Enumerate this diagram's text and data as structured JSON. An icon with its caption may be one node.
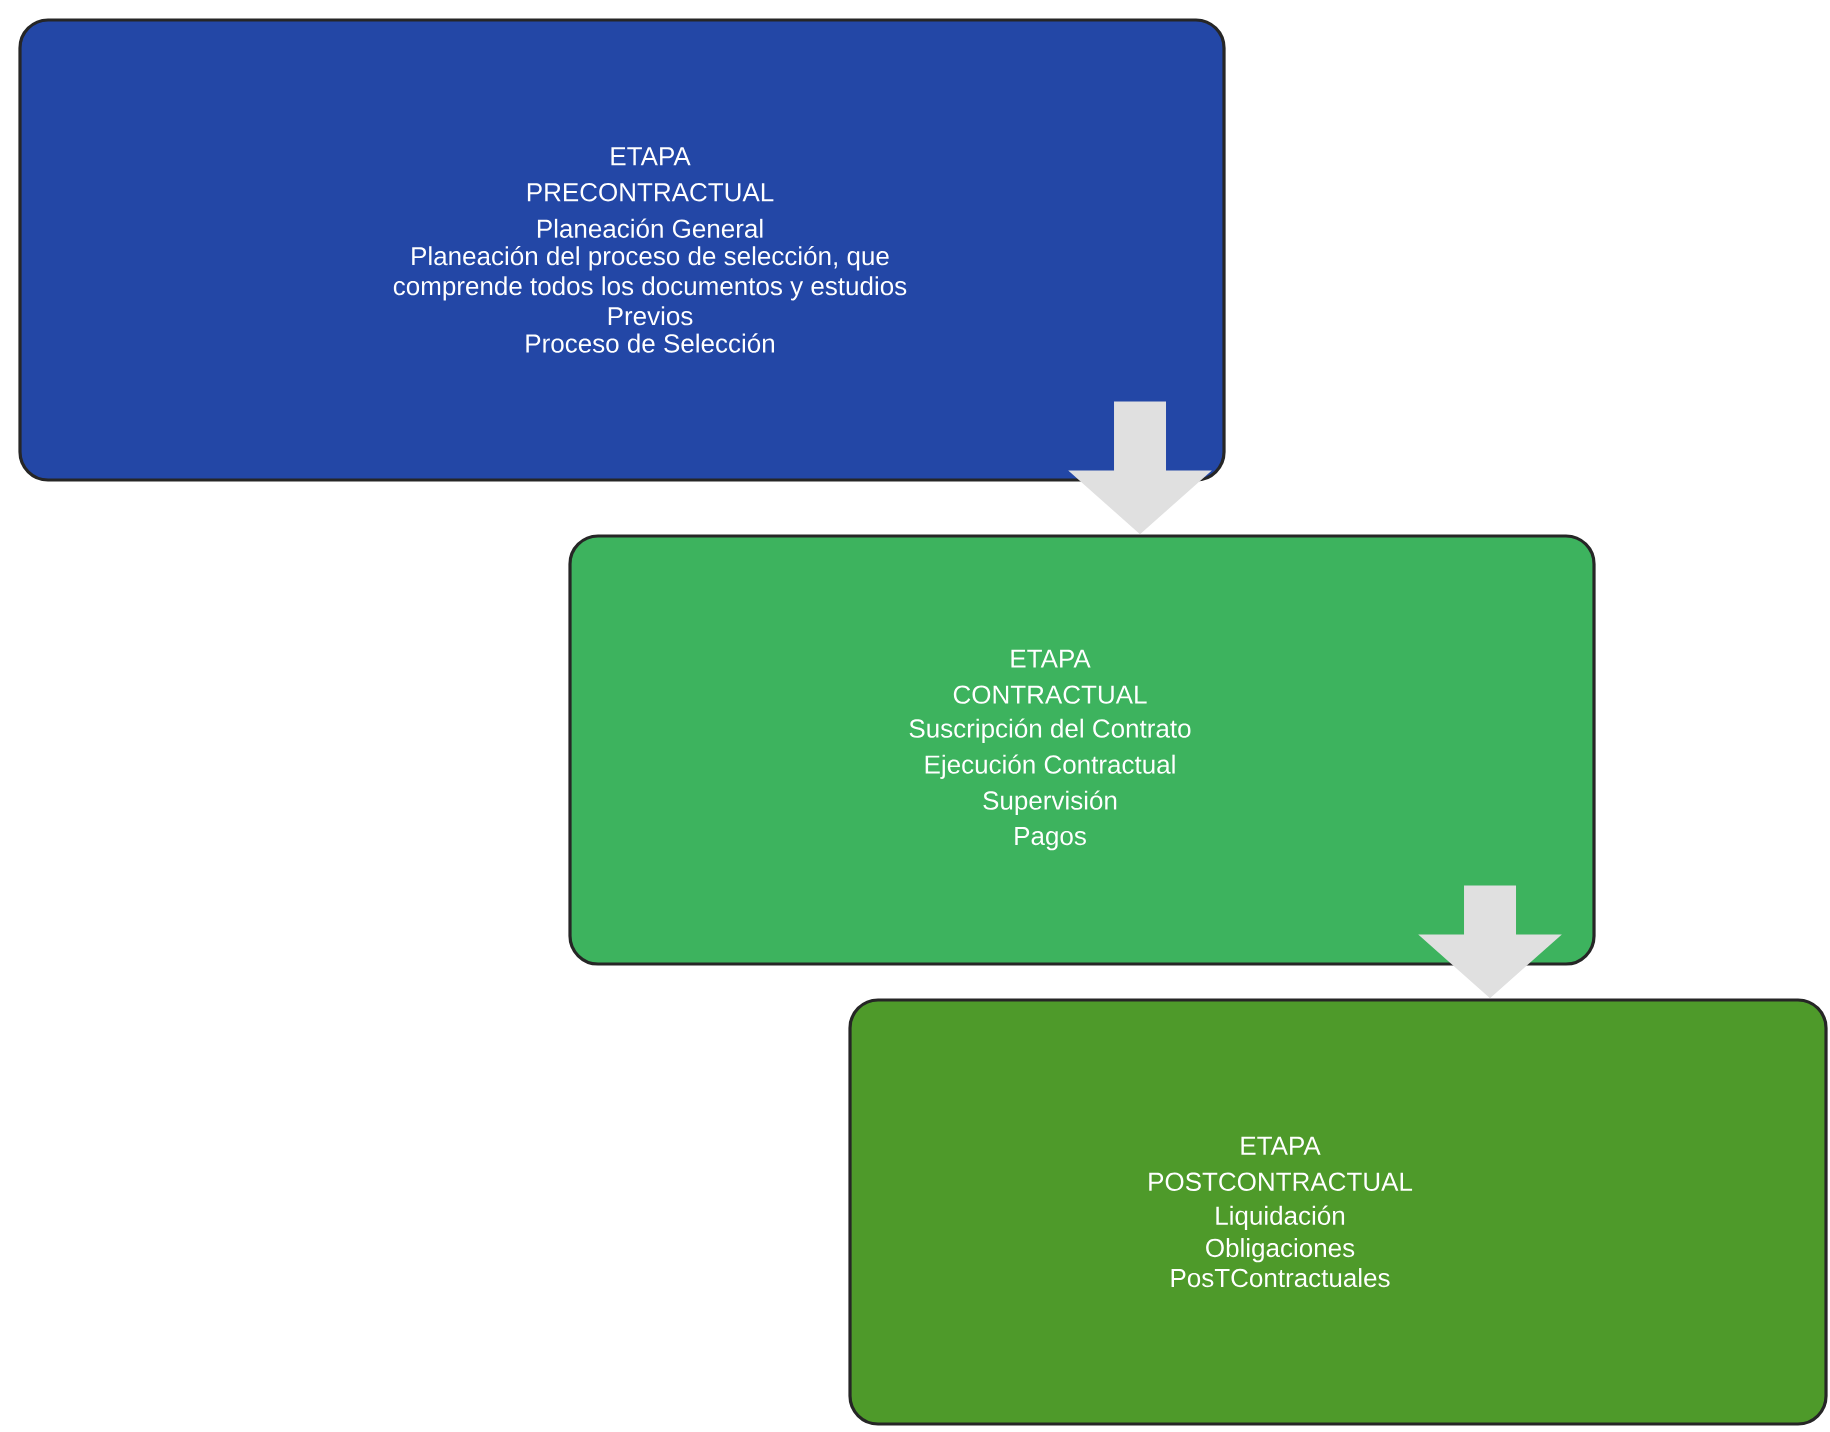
{
  "diagram": {
    "nodes": [
      {
        "text": [
          "ETAPA",
          "PRECONTRACTUAL",
          "Planeación General",
          "Planeación del proceso de selección, que comprende todos los documentos y estudios Previos",
          "Proceso de Selección"
        ]
      },
      {
        "text": [
          "ETAPA",
          "CONTRACTUAL",
          "Suscripción del Contrato",
          "Ejecución Contractual",
          "Supervisión",
          "Pagos"
        ]
      },
      {
        "text": [
          "ETAPA",
          "POSTCONTRACTUAL",
          "Liquidación",
          "Obligaciones PosTContractuales"
        ]
      }
    ],
    "edges": [
      {
        "from": 0,
        "to": 1,
        "arrow": "to"
      },
      {
        "from": 1,
        "to": 2,
        "arrow": "to"
      }
    ]
  }
}
